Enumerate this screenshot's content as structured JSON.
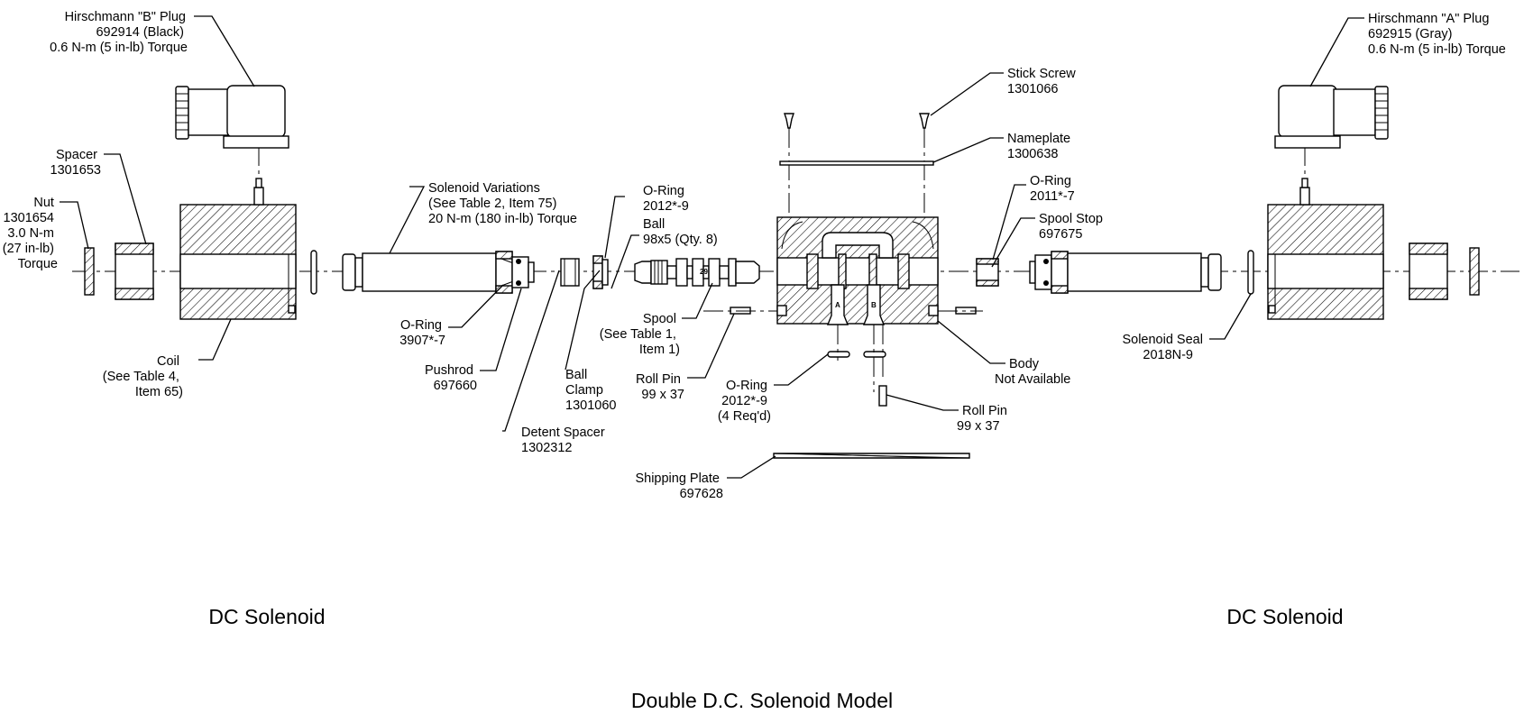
{
  "title": "Double D.C. Solenoid Model",
  "subtitles": {
    "left": "DC Solenoid",
    "right": "DC Solenoid"
  },
  "ports": {
    "a": "A",
    "b": "B"
  },
  "labels": {
    "plug_b": [
      "Hirschmann \"B\" Plug",
      "692914 (Black)",
      "0.6 N-m (5 in-lb) Torque"
    ],
    "plug_a": [
      "Hirschmann \"A\" Plug",
      "692915 (Gray)",
      "0.6 N-m (5 in-lb) Torque"
    ],
    "spacer": [
      "Spacer",
      "1301653"
    ],
    "nut": [
      "Nut",
      "1301654",
      "3.0 N-m",
      "(27 in-lb)",
      "Torque"
    ],
    "coil": [
      "Coil",
      "(See Table 4,",
      "Item 65)"
    ],
    "solenoid_variations": [
      "Solenoid Variations",
      "(See Table 2, Item 75)",
      "20 N-m (180 in-lb) Torque"
    ],
    "oring_3907": [
      "O-Ring",
      "3907*-7"
    ],
    "pushrod": [
      "Pushrod",
      "697660"
    ],
    "detent_spacer": [
      "Detent Spacer",
      "1302312"
    ],
    "ball_clamp": [
      "Ball",
      "Clamp",
      "1301060"
    ],
    "oring_2012_top": [
      "O-Ring",
      "2012*-9"
    ],
    "ball": [
      "Ball",
      "98x5 (Qty. 8)"
    ],
    "spool": [
      "Spool",
      "(See Table 1,",
      "Item 1)"
    ],
    "roll_pin_left": [
      "Roll Pin",
      "99 x 37"
    ],
    "oring_2012_bottom": [
      "O-Ring",
      "2012*-9",
      "(4 Req'd)"
    ],
    "shipping_plate": [
      "Shipping Plate",
      "697628"
    ],
    "stick_screw": [
      "Stick Screw",
      "1301066"
    ],
    "nameplate": [
      "Nameplate",
      "1300638"
    ],
    "oring_2011": [
      "O-Ring",
      "2011*-7"
    ],
    "spool_stop": [
      "Spool Stop",
      "697675"
    ],
    "body": [
      "Body",
      "Not Available"
    ],
    "roll_pin_right": [
      "Roll Pin",
      "99 x 37"
    ],
    "solenoid_seal": [
      "Solenoid Seal",
      "2018N-9"
    ]
  }
}
